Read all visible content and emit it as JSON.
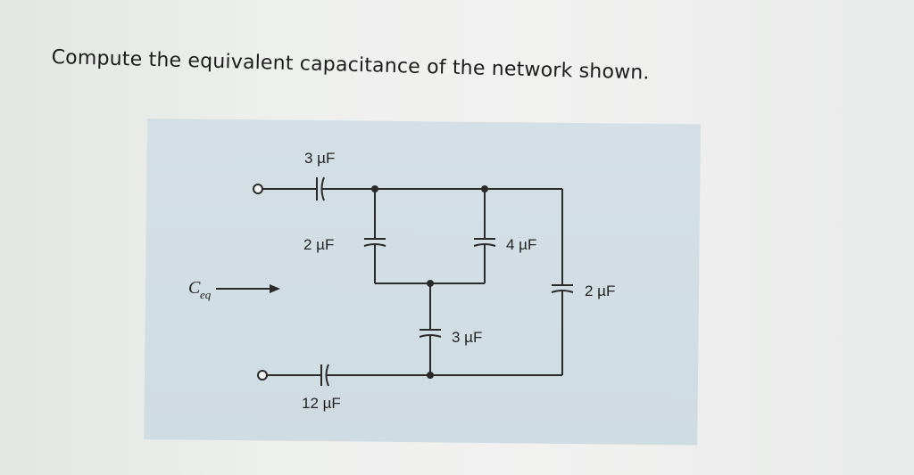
{
  "question": "Compute the equivalent capacitance of the network shown.",
  "circuit": {
    "ceq_main": "C",
    "ceq_sub": "eq",
    "capacitors": {
      "top_series": "3 µF",
      "left_vertical": "2 µF",
      "middle_vertical": "4 µF",
      "right_vertical": "2 µF",
      "center_bottom": "3 µF",
      "bottom_series": "12 µF"
    }
  }
}
